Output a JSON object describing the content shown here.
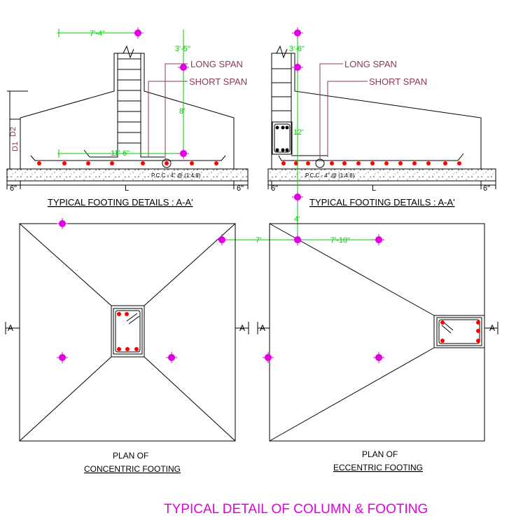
{
  "sections": {
    "concentric": {
      "title": "TYPICAL FOOTING DETAILS : A-A'",
      "long_span": "LONG SPAN",
      "short_span": "SHORT SPAN",
      "pcc": "P.C.C - 4\" @ (1:4:8)",
      "dim_top": "7'-4\"",
      "dim_vert_1": "3'-5\"",
      "dim_vert_2": "8'",
      "dim_bottom": "11'-6\"",
      "d1": "D1",
      "d2": "D2",
      "offset_left": "6\"",
      "offset_right": "6\"",
      "length": "L"
    },
    "eccentric": {
      "title": "TYPICAL FOOTING DETAILS : A-A'",
      "long_span": "LONG SPAN",
      "short_span": "SHORT SPAN",
      "pcc": "P.C.C - 4\" @ (1:4:8)",
      "dim_vert_1": "3'-6\"",
      "dim_vert_2": "12'",
      "dim_vert_3": "4'",
      "dim_horiz_1": "7'",
      "dim_horiz_2": "7'-10\"",
      "offset_left": "6\"",
      "offset_right": "6\"",
      "length": "L"
    }
  },
  "plans": {
    "concentric": {
      "line1": "PLAN OF",
      "line2": "CONCENTRIC  FOOTING",
      "mark_left": "A",
      "mark_right": "A"
    },
    "eccentric": {
      "line1": "PLAN OF",
      "line2": "ECCENTRIC  FOOTING",
      "mark_left": "A",
      "mark_right": "A"
    }
  },
  "main_title": "TYPICAL DETAIL OF COLUMN & FOOTING",
  "colors": {
    "magenta": "#e000e0",
    "green": "#00cc00",
    "rebar": "#ff0000",
    "leader": "#8b3a55"
  }
}
